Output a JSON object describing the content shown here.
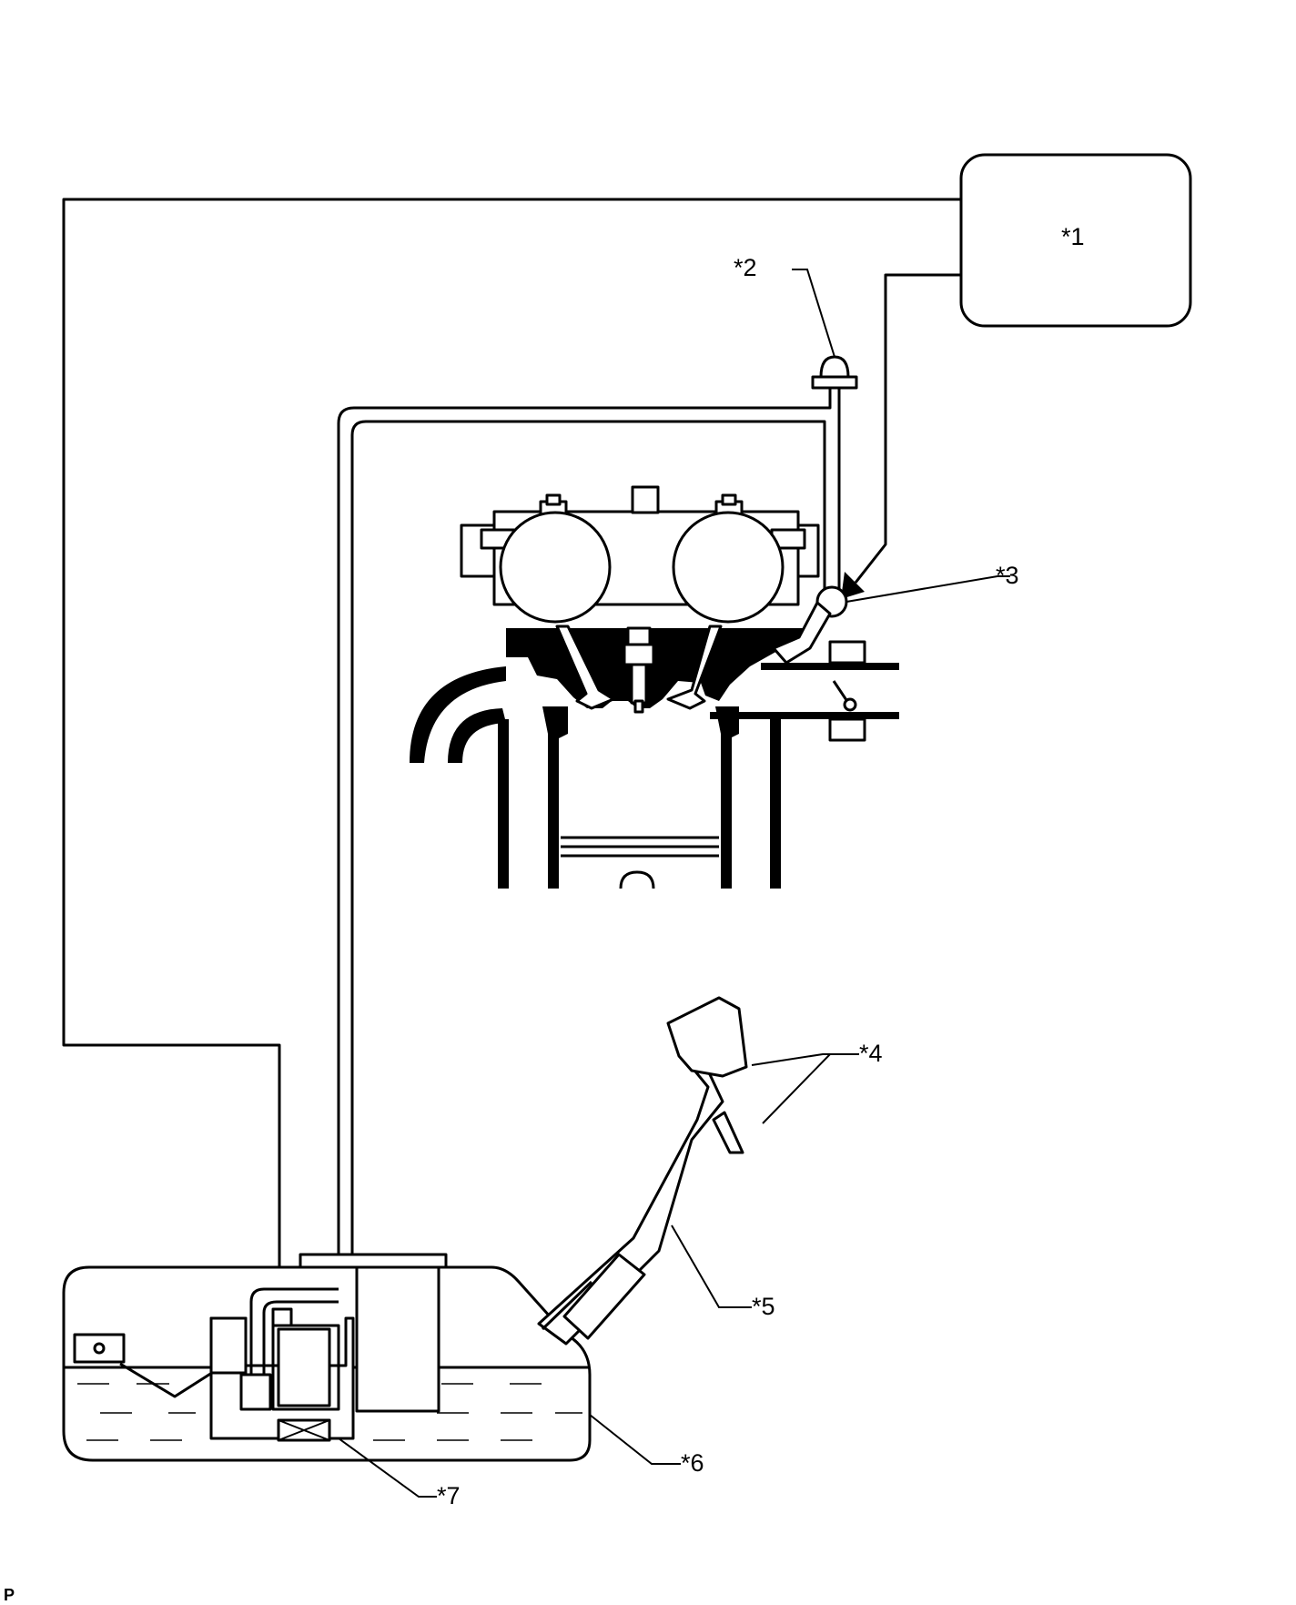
{
  "labels": {
    "l1": "*1",
    "l2": "*2",
    "l3": "*3",
    "l4": "*4",
    "l5": "*5",
    "l6": "*6",
    "l7": "*7"
  },
  "corner_mark": "P"
}
